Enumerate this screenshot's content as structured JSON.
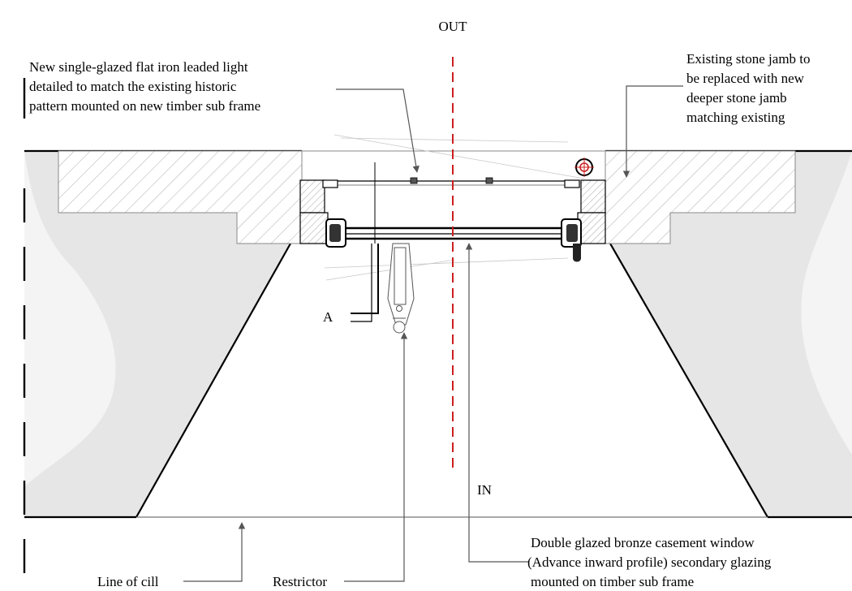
{
  "labels": {
    "out": "OUT",
    "in": "IN",
    "section_marker": "A",
    "leaded_light": [
      "New single-glazed flat iron leaded light",
      "detailed to match the existing historic",
      "pattern mounted on new timber sub frame"
    ],
    "stone_jamb": [
      "Existing stone jamb to",
      "be replaced with new",
      "deeper stone jamb",
      "matching existing"
    ],
    "casement": [
      "Double glazed bronze casement window",
      "(Advance inward profile) secondary glazing",
      "mounted on timber sub frame"
    ],
    "cill": "Line of cill",
    "restrictor": "Restrictor"
  },
  "colors": {
    "centerline": "#cc1f1f",
    "reveal_fill": "#e6e6e6",
    "line": "#000000",
    "leader": "#555555"
  }
}
